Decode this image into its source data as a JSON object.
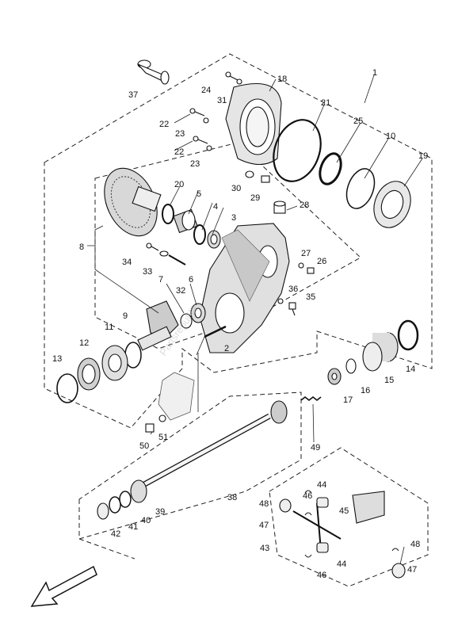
{
  "diagram": {
    "callouts": [
      "1",
      "2",
      "3",
      "4",
      "5",
      "6",
      "7",
      "8",
      "9",
      "10",
      "11",
      "12",
      "13",
      "14",
      "15",
      "16",
      "17",
      "18",
      "19",
      "20",
      "21",
      "22",
      "23",
      "24",
      "25",
      "26",
      "27",
      "28",
      "29",
      "30",
      "31",
      "32",
      "33",
      "34",
      "35",
      "36",
      "37",
      "38",
      "39",
      "40",
      "41",
      "42",
      "43",
      "44",
      "45",
      "46",
      "47",
      "48",
      "49",
      "50",
      "51"
    ],
    "watermark": "Partsrepublik",
    "direction_arrow": "front-arrow-icon"
  }
}
